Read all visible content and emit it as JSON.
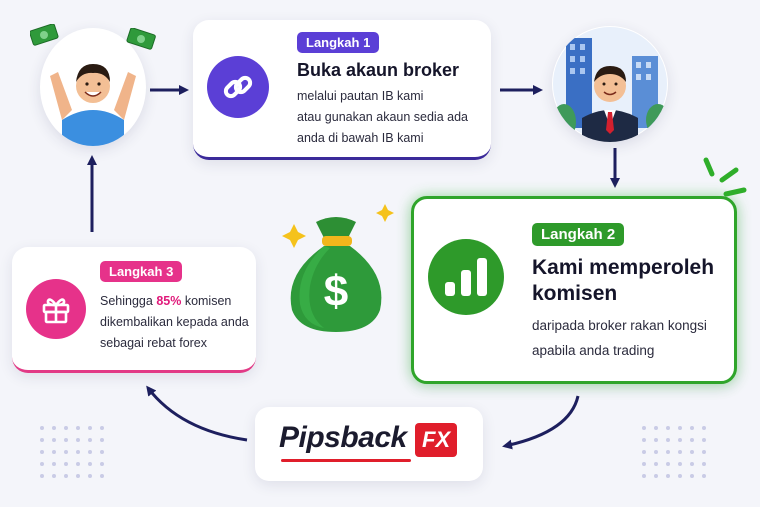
{
  "step1": {
    "badge": "Langkah 1",
    "title": "Buka akaun broker",
    "lines": [
      "melalui pautan IB kami",
      "atau gunakan akaun sedia ada",
      "anda di bawah IB kami"
    ]
  },
  "step2": {
    "badge": "Langkah 2",
    "title_lines": [
      "Kami memperoleh",
      "komisen"
    ],
    "lines": [
      "daripada broker rakan kongsi",
      "apabila anda trading"
    ]
  },
  "step3": {
    "badge": "Langkah 3",
    "line1_prefix": "Sehingga ",
    "line1_highlight": "85%",
    "line1_suffix": " komisen",
    "lines": [
      "dikembalikan kepada anda",
      "sebagai rebat forex"
    ]
  },
  "logo": {
    "brand": "Pipsback",
    "suffix": "FX"
  },
  "moneybag": {
    "symbol": "$"
  },
  "colors": {
    "step1_accent": "#5b3fd6",
    "step2_accent": "#2e9a2a",
    "step3_accent": "#e6328a",
    "arrow": "#1d1f5e",
    "logo_red": "#e01e2b"
  },
  "icons": {
    "step1": "link-icon",
    "step2": "bar-chart-icon",
    "step3": "gift-icon",
    "center": "money-bag-icon"
  }
}
